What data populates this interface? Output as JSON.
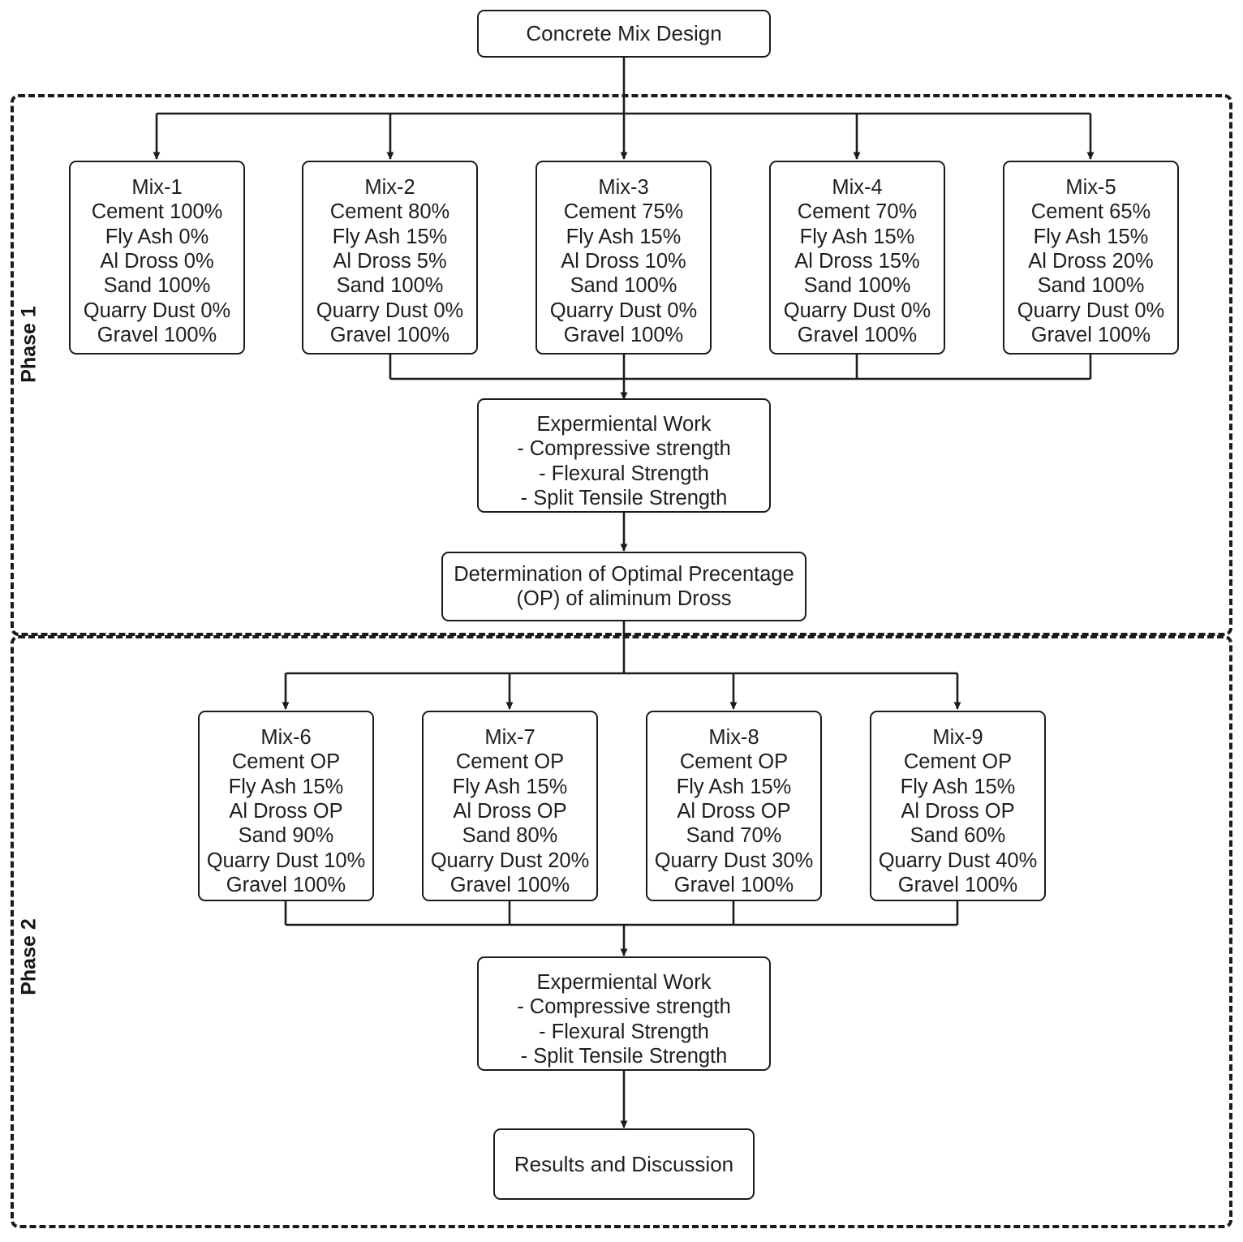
{
  "diagram": {
    "title_node": {
      "label": "Concrete Mix Design"
    },
    "phases": [
      {
        "id": "phase-1",
        "label": "Phase 1"
      },
      {
        "id": "phase-2",
        "label": "Phase 2"
      }
    ],
    "phase1_mixes": [
      {
        "name": "Mix-1",
        "lines": [
          "Mix-1",
          "Cement 100%",
          "Fly Ash 0%",
          "Al Dross 0%",
          "Sand 100%",
          "Quarry Dust 0%",
          "Gravel 100%"
        ]
      },
      {
        "name": "Mix-2",
        "lines": [
          "Mix-2",
          "Cement 80%",
          "Fly Ash 15%",
          "Al Dross 5%",
          "Sand 100%",
          "Quarry Dust 0%",
          "Gravel 100%"
        ]
      },
      {
        "name": "Mix-3",
        "lines": [
          "Mix-3",
          "Cement 75%",
          "Fly Ash 15%",
          "Al Dross 10%",
          "Sand 100%",
          "Quarry Dust 0%",
          "Gravel 100%"
        ]
      },
      {
        "name": "Mix-4",
        "lines": [
          "Mix-4",
          "Cement 70%",
          "Fly Ash 15%",
          "Al Dross 15%",
          "Sand 100%",
          "Quarry Dust 0%",
          "Gravel 100%"
        ]
      },
      {
        "name": "Mix-5",
        "lines": [
          "Mix-5",
          "Cement 65%",
          "Fly Ash 15%",
          "Al Dross 20%",
          "Sand 100%",
          "Quarry Dust 0%",
          "Gravel 100%"
        ]
      }
    ],
    "phase2_mixes": [
      {
        "name": "Mix-6",
        "lines": [
          "Mix-6",
          "Cement OP",
          "Fly Ash 15%",
          "Al Dross OP",
          "Sand 90%",
          "Quarry Dust 10%",
          "Gravel 100%"
        ]
      },
      {
        "name": "Mix-7",
        "lines": [
          "Mix-7",
          "Cement OP",
          "Fly Ash 15%",
          "Al Dross OP",
          "Sand 80%",
          "Quarry Dust 20%",
          "Gravel 100%"
        ]
      },
      {
        "name": "Mix-8",
        "lines": [
          "Mix-8",
          "Cement OP",
          "Fly Ash 15%",
          "Al Dross OP",
          "Sand 70%",
          "Quarry Dust 30%",
          "Gravel 100%"
        ]
      },
      {
        "name": "Mix-9",
        "lines": [
          "Mix-9",
          "Cement OP",
          "Fly Ash 15%",
          "Al Dross OP",
          "Sand 60%",
          "Quarry Dust 40%",
          "Gravel 100%"
        ]
      }
    ],
    "experimental_work_1": {
      "lines": [
        "Expermiental Work",
        "- Compressive strength",
        "- Flexural Strength",
        "- Split Tensile Strength"
      ]
    },
    "determination_node": {
      "lines": [
        "Determination of Optimal Precentage",
        "(OP) of aliminum Dross"
      ]
    },
    "experimental_work_2": {
      "lines": [
        "Expermiental Work",
        "- Compressive strength",
        "- Flexural Strength",
        "- Split Tensile Strength"
      ]
    },
    "results_node": {
      "label": "Results and Discussion"
    },
    "colors": {
      "stroke": "#1b1b1b",
      "text": "#1f1f1f",
      "background": "#ffffff"
    }
  }
}
